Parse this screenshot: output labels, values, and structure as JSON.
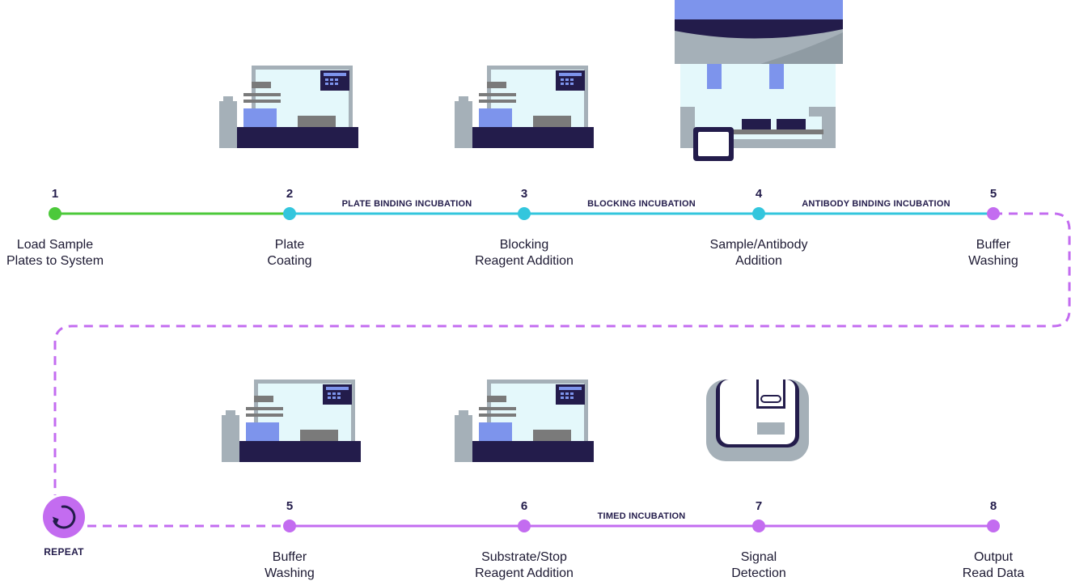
{
  "colors": {
    "green": "#4cc93a",
    "cyan": "#33c6dd",
    "purple": "#c36cf0",
    "navy": "#231c4b",
    "periwinkle": "#7d94ec",
    "gray": "#a5b0b8",
    "lightblue": "#e4f8fb",
    "darkgray": "#7a7a7a"
  },
  "row1": {
    "steps": [
      {
        "number": "1",
        "label": [
          "Load Sample",
          "Plates to System"
        ],
        "color": "green"
      },
      {
        "number": "2",
        "label": [
          "Plate",
          "Coating"
        ],
        "color": "cyan"
      },
      {
        "number": "3",
        "label": [
          "Blocking",
          "Reagent Addition"
        ],
        "color": "cyan"
      },
      {
        "number": "4",
        "label": [
          "Sample/Antibody",
          "Addition"
        ],
        "color": "cyan"
      },
      {
        "number": "5",
        "label": [
          "Buffer",
          "Washing"
        ],
        "color": "purple"
      }
    ],
    "incubations": [
      "PLATE BINDING INCUBATION",
      "BLOCKING INCUBATION",
      "ANTIBODY BINDING INCUBATION"
    ]
  },
  "row2": {
    "steps": [
      {
        "number": "5",
        "label": [
          "Buffer",
          "Washing"
        ]
      },
      {
        "number": "6",
        "label": [
          "Substrate/Stop",
          "Reagent Addition"
        ]
      },
      {
        "number": "7",
        "label": [
          "Signal",
          "Detection"
        ]
      },
      {
        "number": "8",
        "label": [
          "Output",
          "Read Data"
        ]
      }
    ],
    "incubations": [
      "TIMED INCUBATION"
    ]
  },
  "repeat": {
    "label": "REPEAT",
    "icon": "repeat-icon"
  }
}
